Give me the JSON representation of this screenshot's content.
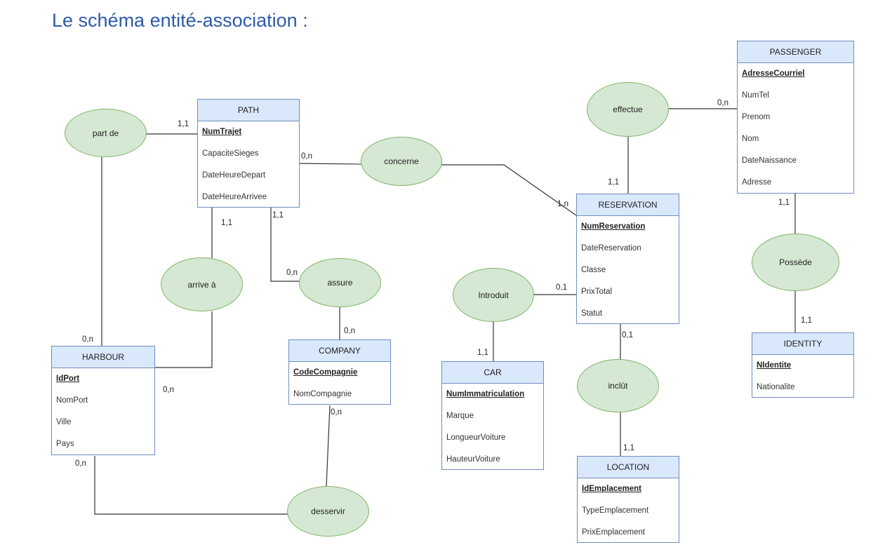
{
  "title": "Le schéma entité-association :",
  "colors": {
    "title": "#2E5BA8",
    "entity_header_fill": "#dae8fc",
    "entity_border": "#6c8ebf",
    "association_fill": "#d5e8d4",
    "association_border": "#82b366",
    "line": "#333333"
  },
  "entities": {
    "path": {
      "name": "PATH",
      "attributes": [
        "NumTrajet",
        "CapaciteSieges",
        "DateHeureDepart",
        "DateHeureArrivee"
      ]
    },
    "harbour": {
      "name": "HARBOUR",
      "attributes": [
        "IdPort",
        "NomPort",
        "Ville",
        "Pays"
      ]
    },
    "company": {
      "name": "COMPANY",
      "attributes": [
        "CodeCompagnie",
        "NomCompagnie"
      ]
    },
    "reservation": {
      "name": "RESERVATION",
      "attributes": [
        "NumReservation",
        "DateReservation",
        "Classe",
        "PrixTotal",
        "Statut"
      ]
    },
    "car": {
      "name": "CAR",
      "attributes": [
        "NumImmatriculation",
        "Marque",
        "LongueurVoiture",
        "HauteurVoiture"
      ]
    },
    "location": {
      "name": "LOCATION",
      "attributes": [
        "IdEmplacement",
        "TypeEmplacement",
        "PrixEmplacement"
      ]
    },
    "passenger": {
      "name": "PASSENGER",
      "attributes": [
        "AdresseCourriel",
        "NumTel",
        "Prenom",
        "Nom",
        "DateNaissance",
        "Adresse"
      ]
    },
    "identity": {
      "name": "IDENTITY",
      "attributes": [
        "NIdentite",
        "Nationalite"
      ]
    }
  },
  "associations": {
    "part_de": "part de",
    "arrive_a": "arrive à",
    "concerne": "concerne",
    "assure": "assure",
    "desservir": "desservir",
    "effectue": "effectue",
    "introduit": "Introduit",
    "inclut": "inclût",
    "possede": "Possède"
  },
  "cardinalities": {
    "part_de_path": "1,1",
    "part_de_harbour": "0,n",
    "arrive_a_path": "1,1",
    "arrive_a_harbour": "0,n",
    "concerne_path": "0,n",
    "concerne_reservation": "1,n",
    "assure_path": "1,1",
    "assure_path_side": "0,n",
    "assure_company": "0,n",
    "desservir_company": "0,n",
    "desservir_harbour": "0,n",
    "effectue_passenger": "0,n",
    "effectue_reservation": "1,1",
    "introduit_reservation": "0,1",
    "introduit_car": "1,1",
    "inclut_reservation": "0,1",
    "inclut_location": "1,1",
    "possede_passenger": "1,1",
    "possede_identity": "1,1"
  }
}
